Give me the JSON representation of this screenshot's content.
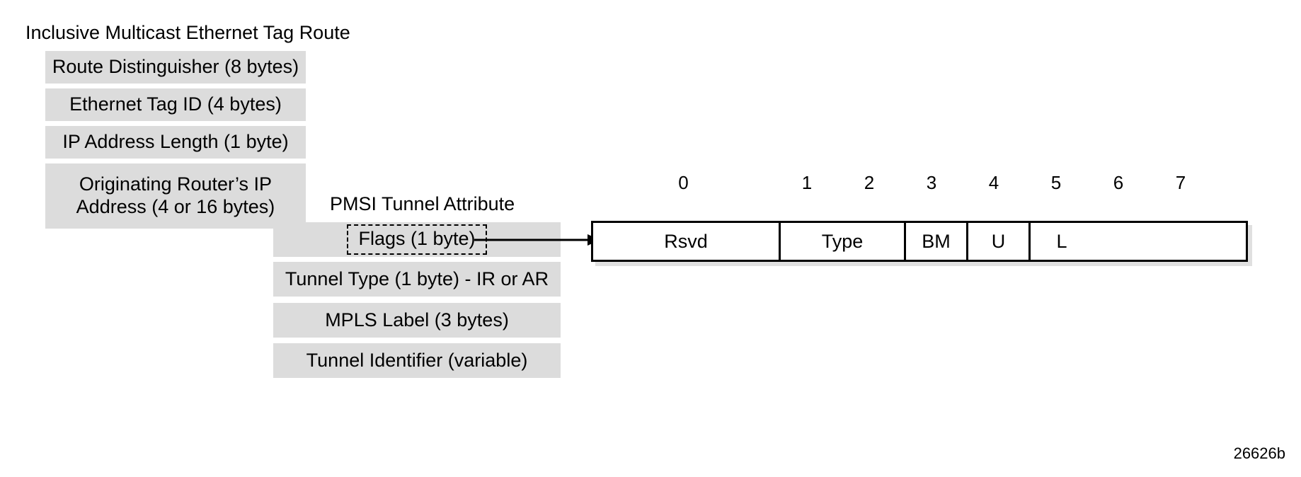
{
  "figure": {
    "id_label": "26626b"
  },
  "route_section": {
    "title": "Inclusive Multicast Ethernet Tag Route",
    "fields": [
      {
        "label": "Route Distinguisher (8 bytes)"
      },
      {
        "label": "Ethernet Tag ID (4 bytes)"
      },
      {
        "label": "IP Address Length (1 byte)"
      },
      {
        "label": "Originating Router’s IP Address (4 or 16 bytes)"
      }
    ]
  },
  "pmsi_section": {
    "title": "PMSI Tunnel Attribute",
    "fields": [
      {
        "label": "Flags (1 byte)",
        "style": "dashed-highlight"
      },
      {
        "label": "Tunnel Type (1 byte) - IR or AR",
        "style": "plain"
      },
      {
        "label": "MPLS Label (3 bytes)",
        "style": "plain"
      },
      {
        "label": "Tunnel Identifier (variable)",
        "style": "plain"
      }
    ]
  },
  "flags_detail": {
    "bit_numbers": [
      "0",
      "1",
      "2",
      "3",
      "4",
      "5",
      "6",
      "7"
    ],
    "cells": [
      {
        "label": "Rsvd",
        "bits": 3
      },
      {
        "label": "Type",
        "bits": 2
      },
      {
        "label": "BM",
        "bits": 1
      },
      {
        "label": "U",
        "bits": 1
      },
      {
        "label": "L",
        "bits": 1
      }
    ]
  },
  "colors": {
    "field_fill": "#dcdcdc",
    "stroke": "#000000",
    "background": "#ffffff"
  }
}
